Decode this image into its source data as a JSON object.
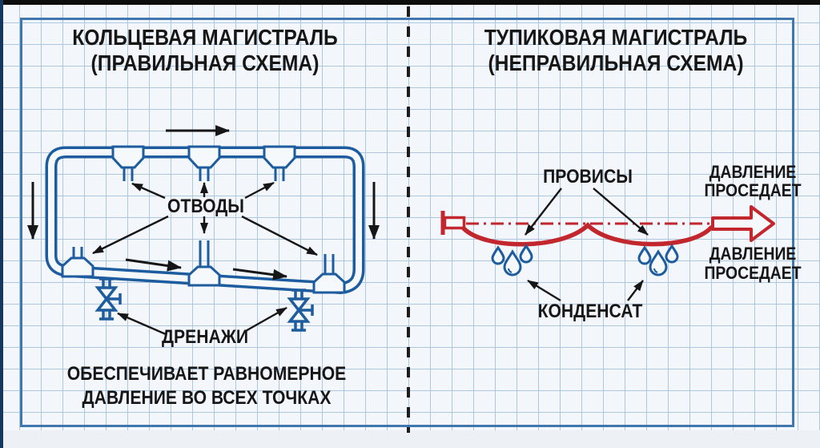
{
  "colors": {
    "pipe_blue": "#1d5c9e",
    "pipe_red": "#c1272d",
    "ink": "#161616",
    "grid_blue": "#aec7e0",
    "frame_blue": "#4077ad",
    "paper": "#f6f9fc"
  },
  "left_panel": {
    "title_line1": "КОЛЬЦЕВАЯ МАГИСТРАЛЬ",
    "title_line2": "(ПРАВИЛЬНАЯ СХЕМА)",
    "label_outlets": "ОТВОДЫ",
    "label_drains": "ДРЕНАЖИ",
    "caption_line1": "ОБЕСПЕЧИВАЕТ РАВНОМЕРНОЕ",
    "caption_line2": "ДАВЛЕНИЕ ВО ВСЕХ ТОЧКАХ"
  },
  "right_panel": {
    "title_line1": "ТУПИКОВАЯ МАГИСТРАЛЬ",
    "title_line2": "(НЕПРАВИЛЬНАЯ СХЕМА)",
    "label_sags": "ПРОВИСЫ",
    "label_condensate": "КОНДЕНСАТ",
    "pressure_top_line1": "ДАВЛЕНИЕ",
    "pressure_top_line2": "ПРОСЕДАЕТ",
    "pressure_bottom_line1": "ДАВЛЕНИЕ",
    "pressure_bottom_line2": "ПРОСЕДАЕТ"
  }
}
